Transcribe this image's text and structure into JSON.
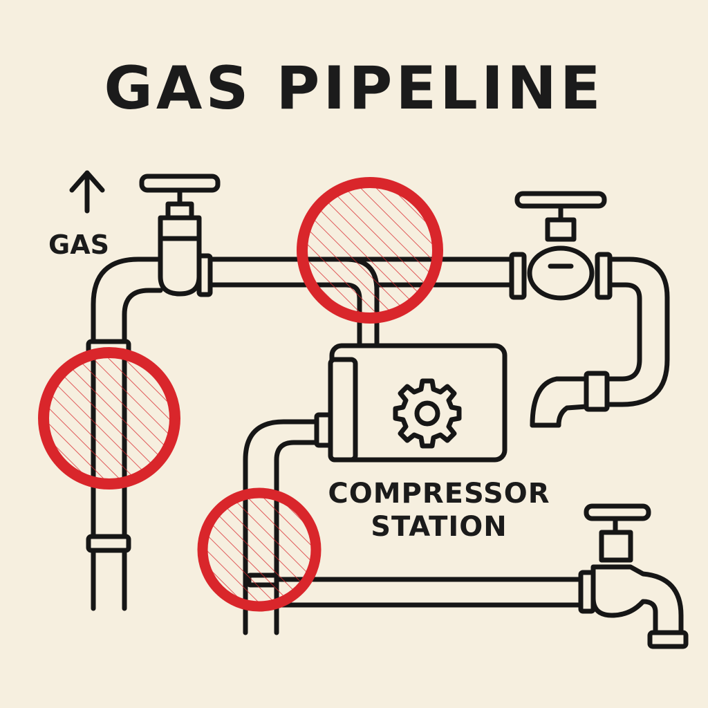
{
  "title": "GAS PIPELINE",
  "flow_label": "GAS",
  "station": {
    "line1": "COMPRESSOR",
    "line2": "STATION"
  },
  "colors": {
    "background": "#f6efdf",
    "ink": "#161616",
    "highlight": "#d9262b"
  },
  "icons": [
    "arrow-up-icon",
    "valve-icon",
    "gear-icon",
    "faucet-icon"
  ]
}
